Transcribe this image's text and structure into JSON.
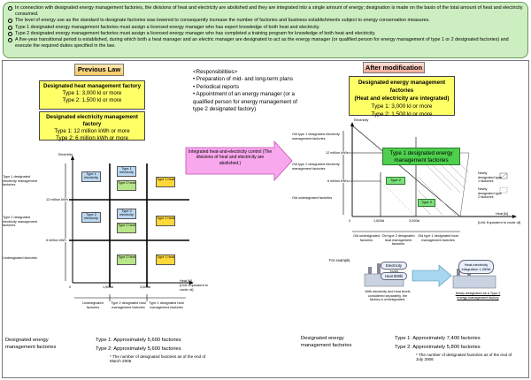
{
  "notes": [
    "In connection with designated energy management factories, the divisions of heat and electricity are abolished and they are integrated into a single amount of energy; designation is made on the basis of the total amount of heat and electricity consumed.",
    "The level of energy use as the standard to designate factories was lowered to consequently increase the number of factories and business establishments subject to energy conservation measures.",
    "Type 1 designated energy management factories must assign a licensed energy manager who has expert knowledge of both heat and electricity.",
    "Type 2 designated energy management factories must assign a licensed energy manager who has completed a training program for knowledge of both heat and electricity.",
    "A five-year transitional period is established, during which both a heat manager and an electric manager are designated to act as the energy manager (or qualified person for energy management of type 1 or 2 designated factories) and execute the required duties specified in the law."
  ],
  "previous": {
    "tag": "Previous Law",
    "heat_box": {
      "title": "Designated heat management factory",
      "type1": "Type 1: 3,000 kl or more",
      "type2": "Type 2: 1,500 kl or more"
    },
    "elec_box": {
      "title": "Designated electricity management factory",
      "type1": "Type 1: 12 million kWh or more",
      "type2": "Type 2: 6 million kWh or more"
    },
    "axis_y": "Electricity",
    "axis_x": "Heat [kl]",
    "axis_x_unit": "[Unit: Equivalent to crude oil]",
    "y_ticks": [
      "12 million kWh",
      "6 million kWh"
    ],
    "x_ticks": [
      "0",
      "1,500kl",
      "3,000kl"
    ],
    "row_labels": [
      "Type 1 designated electricity management factories",
      "Type 2 designated electricity management factories",
      "Undesignated factories"
    ],
    "col_labels": [
      "Undesignated factories",
      "Type 2 designated heat management factories",
      "Type 1 designated heat management factories"
    ],
    "cells": {
      "r1c1": "Type 1 electricity",
      "r1c2a": "Type 1 electricity",
      "r1c2b": "Type 2 heat",
      "r1c3": "Type 1 heat",
      "r2c1": "Type 2 electricity",
      "r2c2a": "Type 2 electricity",
      "r2c2b": "Type 2 heat",
      "r2c3": "Type 1 heat",
      "r3c2": "Type 2 heat",
      "r3c3": "Type 1 heat"
    },
    "summary_label": "Designated energy management factories",
    "summary_type1": "Type 1: Approximately 5,600 factories",
    "summary_type2": "Type 2: Approximately 5,600 factories",
    "footnote": "* The number of designated factories as of the end of March 2006"
  },
  "responsibilities": {
    "title": "<Responsibilities>",
    "items": [
      "Preparation of mid- and long-term plans",
      "Periodical reports",
      "Appointment of an energy manager (or a qualified person for energy management of type 2 designated factory)"
    ]
  },
  "arrow_text": "Integrated heat-and-electricity control (The divisions of heat and electricity are abolished.)",
  "after": {
    "tag": "After modification",
    "box": {
      "title": "Designated energy management factories",
      "subtitle": "(Heat and electricity are integrated)",
      "type1": "Type 1: 3,000 kl or more",
      "type2": "Type 2: 1,500 kl or more"
    },
    "axis_y": "Electricity",
    "axis_x": "Heat [kl]",
    "axis_x_unit": "[Unit: Equivalent to crude oil]",
    "y_ticks": [
      "12 million kWh",
      "6 million kWh"
    ],
    "x_ticks": [
      "0",
      "1,500kl",
      "3,000kl"
    ],
    "row_labels": [
      "Old type 1 designated electricity management factories",
      "Old type 2 designated electricity management factories",
      "Old undesignated factories"
    ],
    "col_labels": [
      "Old undesignated factories",
      "Old type 2 designated heat management factories",
      "Old type 1 designated heat management factories"
    ],
    "green_label": "Type 1 designated energy management factories",
    "type2_small": "Type 2",
    "type2_small_b": "Type 2",
    "legend_type1": "Newly designated type 1 factories",
    "legend_type2": "Newly designated type 2 factories",
    "example_label": "For example,",
    "example_elec": "Electricity 250kl",
    "example_heat": "Heat 800kl",
    "example_result": "Heat-electricity integration 1,050kl",
    "example_note_left": "With electricity and heat levels considered separately, the factory is undesignated.",
    "example_note_right": "Newly designated as a Type 2 energy management factory",
    "summary_label": "Designated energy management factories",
    "summary_type1": "Type 1: Approximately 7,400 factories",
    "summary_type2": "Type 2: Approximately 5,800 factories",
    "footnote": "* The number of designated factories as of the end of July 2006"
  },
  "colors": {
    "notes_bg": "#cdeec0",
    "yellow": "#ffff66",
    "green": "#4ed04e",
    "magenta": "#f9a8ee",
    "blue_cell": "#bcd8f2"
  }
}
